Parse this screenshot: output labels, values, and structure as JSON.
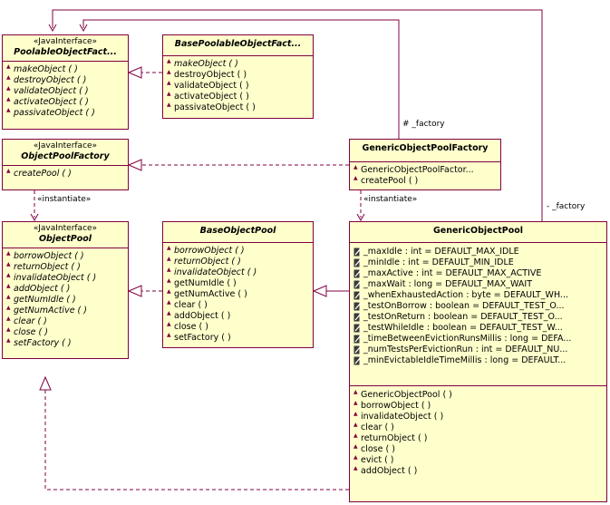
{
  "classes": {
    "poolable_factory": {
      "stereotype": "«JavaInterface»",
      "name": "PoolableObjectFact...",
      "methods": [
        "makeObject ( )",
        "destroyObject ( )",
        "validateObject ( )",
        "activateObject ( )",
        "passivateObject ( )"
      ]
    },
    "base_poolable_factory": {
      "name": "BasePoolableObjectFact...",
      "methods": [
        "makeObject ( )",
        "destroyObject ( )",
        "validateObject ( )",
        "activateObject ( )",
        "passivateObject ( )"
      ]
    },
    "object_pool_factory": {
      "stereotype": "«JavaInterface»",
      "name": "ObjectPoolFactory",
      "methods": [
        "createPool ( )"
      ]
    },
    "generic_pool_factory": {
      "name": "GenericObjectPoolFactory",
      "methods": [
        "GenericObjectPoolFactor...",
        "createPool ( )"
      ]
    },
    "object_pool": {
      "stereotype": "«JavaInterface»",
      "name": "ObjectPool",
      "methods": [
        "borrowObject ( )",
        "returnObject ( )",
        "invalidateObject ( )",
        "addObject ( )",
        "getNumIdle ( )",
        "getNumActive ( )",
        "clear ( )",
        "close ( )",
        "setFactory ( )"
      ]
    },
    "base_object_pool": {
      "name": "BaseObjectPool",
      "methods": [
        "borrowObject ( )",
        "returnObject ( )",
        "invalidateObject ( )",
        "getNumIdle ( )",
        "getNumActive ( )",
        "clear ( )",
        "addObject ( )",
        "close ( )",
        "setFactory ( )"
      ]
    },
    "generic_object_pool": {
      "name": "GenericObjectPool",
      "fields": [
        "_maxIdle : int = DEFAULT_MAX_IDLE",
        "_minIdle : int = DEFAULT_MIN_IDLE",
        "_maxActive : int = DEFAULT_MAX_ACTIVE",
        "_maxWait : long = DEFAULT_MAX_WAIT",
        "_whenExhaustedAction : byte = DEFAULT_WH...",
        "_testOnBorrow : boolean = DEFAULT_TEST_O...",
        "_testOnReturn : boolean = DEFAULT_TEST_O...",
        "_testWhileIdle : boolean = DEFAULT_TEST_W...",
        "_timeBetweenEvictionRunsMillis : long = DEFA...",
        "_numTestsPerEvictionRun : int = DEFAULT_NU...",
        "_minEvictableIdleTimeMillis : long = DEFAULT..."
      ],
      "methods": [
        "GenericObjectPool ( )",
        "borrowObject ( )",
        "invalidateObject ( )",
        "clear ( )",
        "returnObject ( )",
        "close ( )",
        "evict ( )",
        "addObject ( )"
      ]
    }
  },
  "labels": {
    "factory_hash": "# _factory",
    "factory_minus": "- _factory",
    "instantiate_left": "«instantiate»",
    "instantiate_right": "«instantiate»"
  },
  "colors": {
    "box_fill": "#ffffcc",
    "border": "#800040",
    "line": "#800040"
  }
}
